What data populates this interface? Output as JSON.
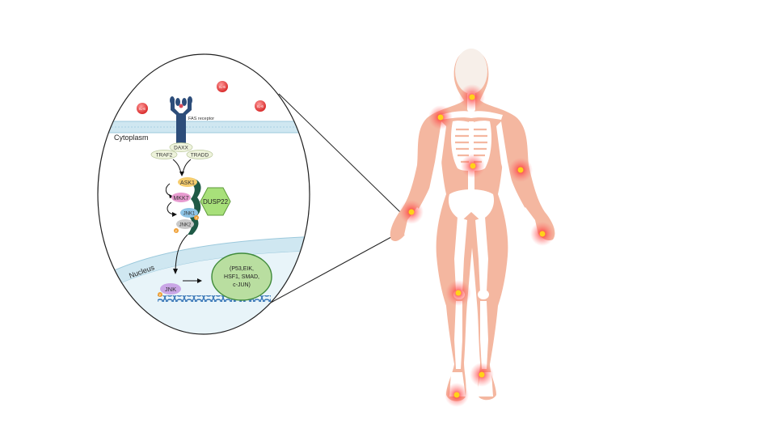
{
  "cell": {
    "extracellular_ligands": [
      "IL-6",
      "IL-6",
      "IL-6"
    ],
    "receptor_label": "FAS receptor",
    "cytoplasm_label": "Cytoplasm",
    "nucleus_label": "Nucleus",
    "adaptors": {
      "daxx": "DAXX",
      "traf2": "TRAF2",
      "tradd": "TRADD"
    },
    "kinases": {
      "ask1": "ASK1",
      "mkk7": "MKK7",
      "jnk1": "JNK1",
      "jnk2": "JNK2"
    },
    "phosphatase": "DUSP22",
    "nuclear_jnk": "JNK",
    "transcription_factors": [
      "(P53,EIK,",
      "HSF1, SMAD,",
      "c-JUN)"
    ],
    "phospho_mark": "P"
  },
  "colors": {
    "membrane": "#bfe0ec",
    "receptor": "#2d4d7a",
    "phosphatase_fill": "#a8e07a",
    "tf_fill": "#b9dea0",
    "inflammation": "#e31c1c",
    "body": "#f4b7a0",
    "bone": "#ffffff"
  },
  "body": {
    "inflammation_sites": [
      "neck",
      "left-shoulder",
      "spine",
      "right-elbow",
      "left-wrist",
      "right-wrist",
      "left-knee",
      "left-ankle",
      "right-ankle"
    ]
  }
}
